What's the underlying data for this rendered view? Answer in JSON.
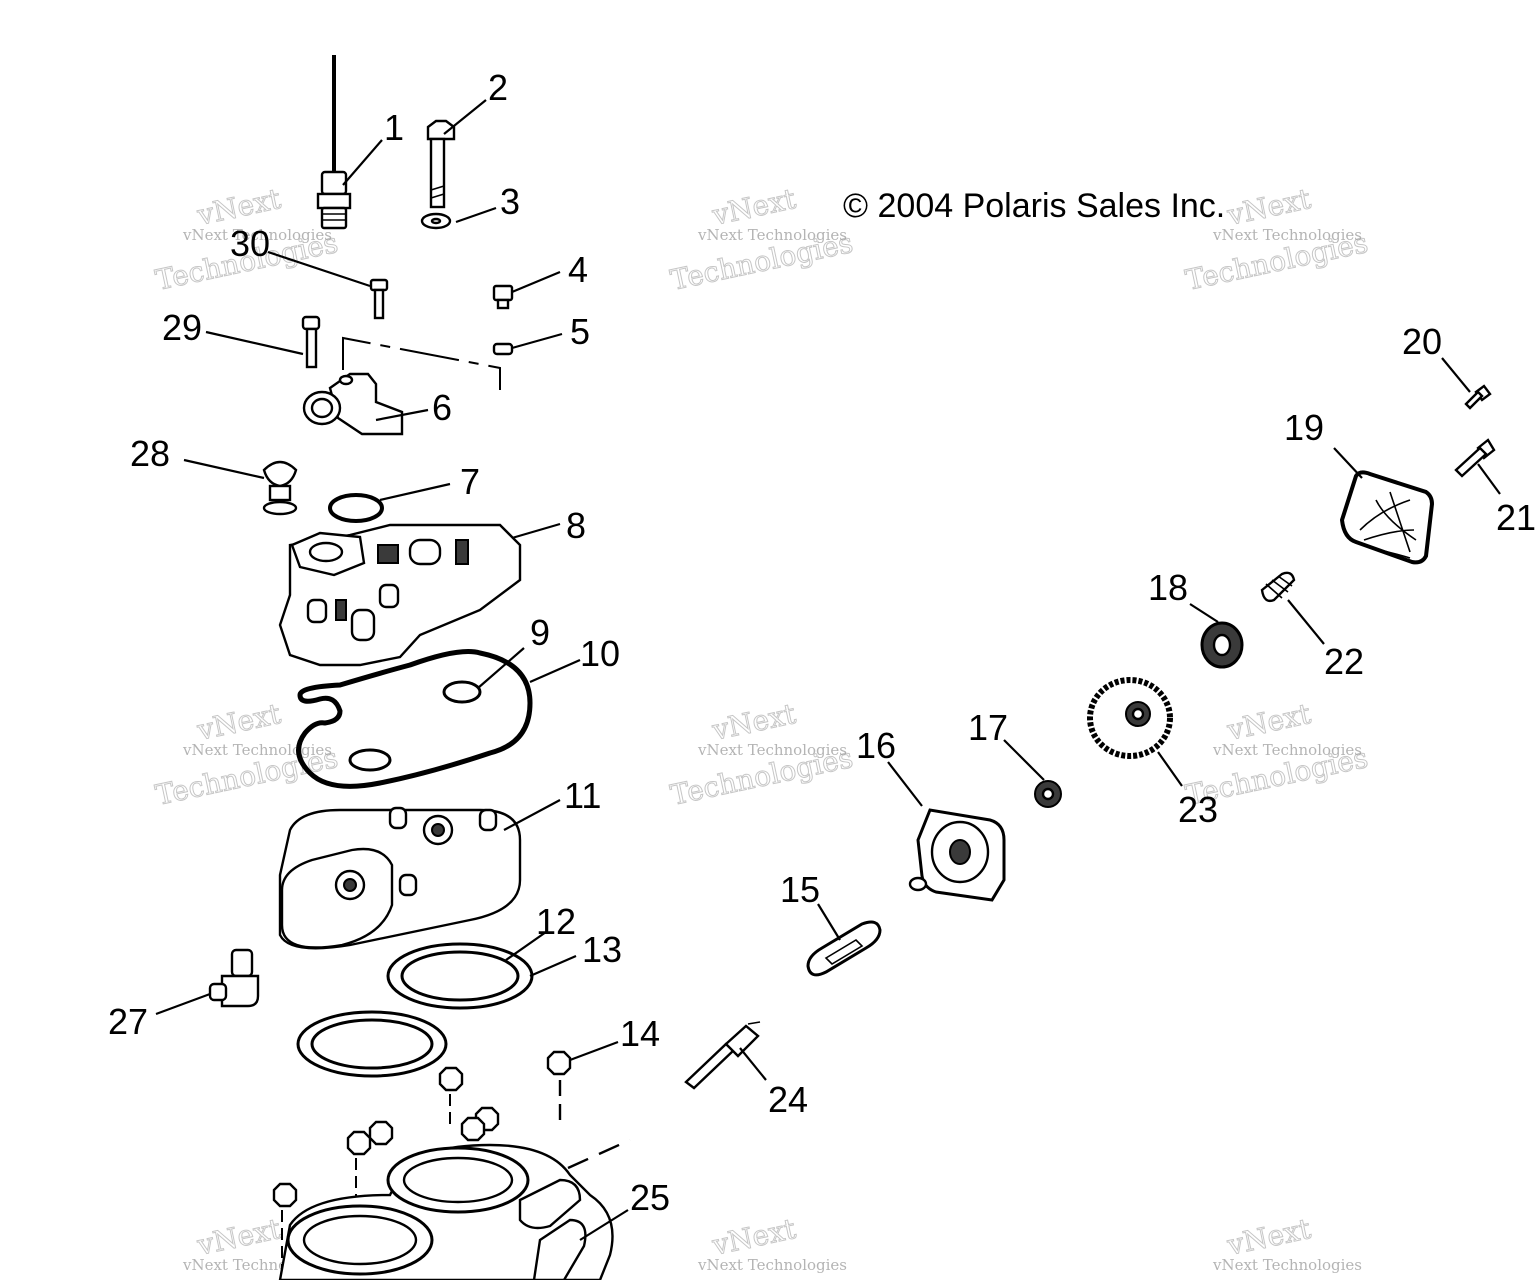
{
  "copyright": "© 2004 Polaris Sales Inc.",
  "watermark": {
    "line1": "vNext Technologies",
    "line2": "vNext",
    "line3": "Technologies"
  },
  "callouts": {
    "c1": "1",
    "c2": "2",
    "c3": "3",
    "c4": "4",
    "c5": "5",
    "c6": "6",
    "c7": "7",
    "c8": "8",
    "c9": "9",
    "c10": "10",
    "c11": "11",
    "c12": "12",
    "c13": "13",
    "c14": "14",
    "c15": "15",
    "c16": "16",
    "c17": "17",
    "c18": "18",
    "c19": "19",
    "c20": "20",
    "c21": "21",
    "c22": "22",
    "c23": "23",
    "c24": "24",
    "c25": "25",
    "c27": "27",
    "c28": "28",
    "c29": "29",
    "c30": "30"
  }
}
